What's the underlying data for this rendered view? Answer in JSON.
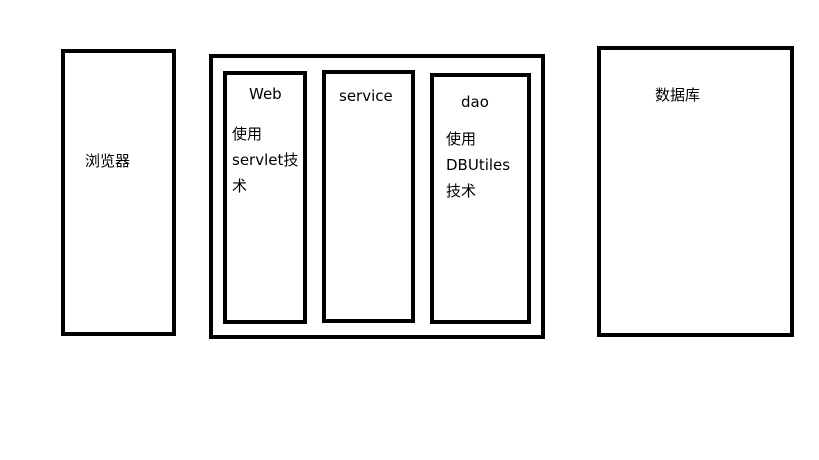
{
  "diagram": {
    "browser": {
      "label": "浏览器"
    },
    "server": {
      "web": {
        "title": "Web",
        "description": "使用\nservlet技\n术"
      },
      "service": {
        "title": "service"
      },
      "dao": {
        "title": "dao",
        "description": "使用\nDBUtiles\n技术"
      }
    },
    "database": {
      "label": "数据库"
    }
  }
}
